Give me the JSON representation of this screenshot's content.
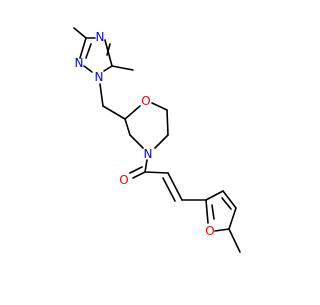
{
  "molecule": {
    "colors": {
      "bond": "#000000",
      "nitrogen": "#0000ff",
      "oxygen": "#ff0000",
      "background": "#ffffff"
    },
    "atoms": {
      "n_triazole_top": "N",
      "n_triazole_bottom_left": "N",
      "n_triazole_right": "N",
      "o_morpholine": "O",
      "n_morpholine": "N",
      "o_carbonyl": "O",
      "o_furan": "O"
    }
  }
}
